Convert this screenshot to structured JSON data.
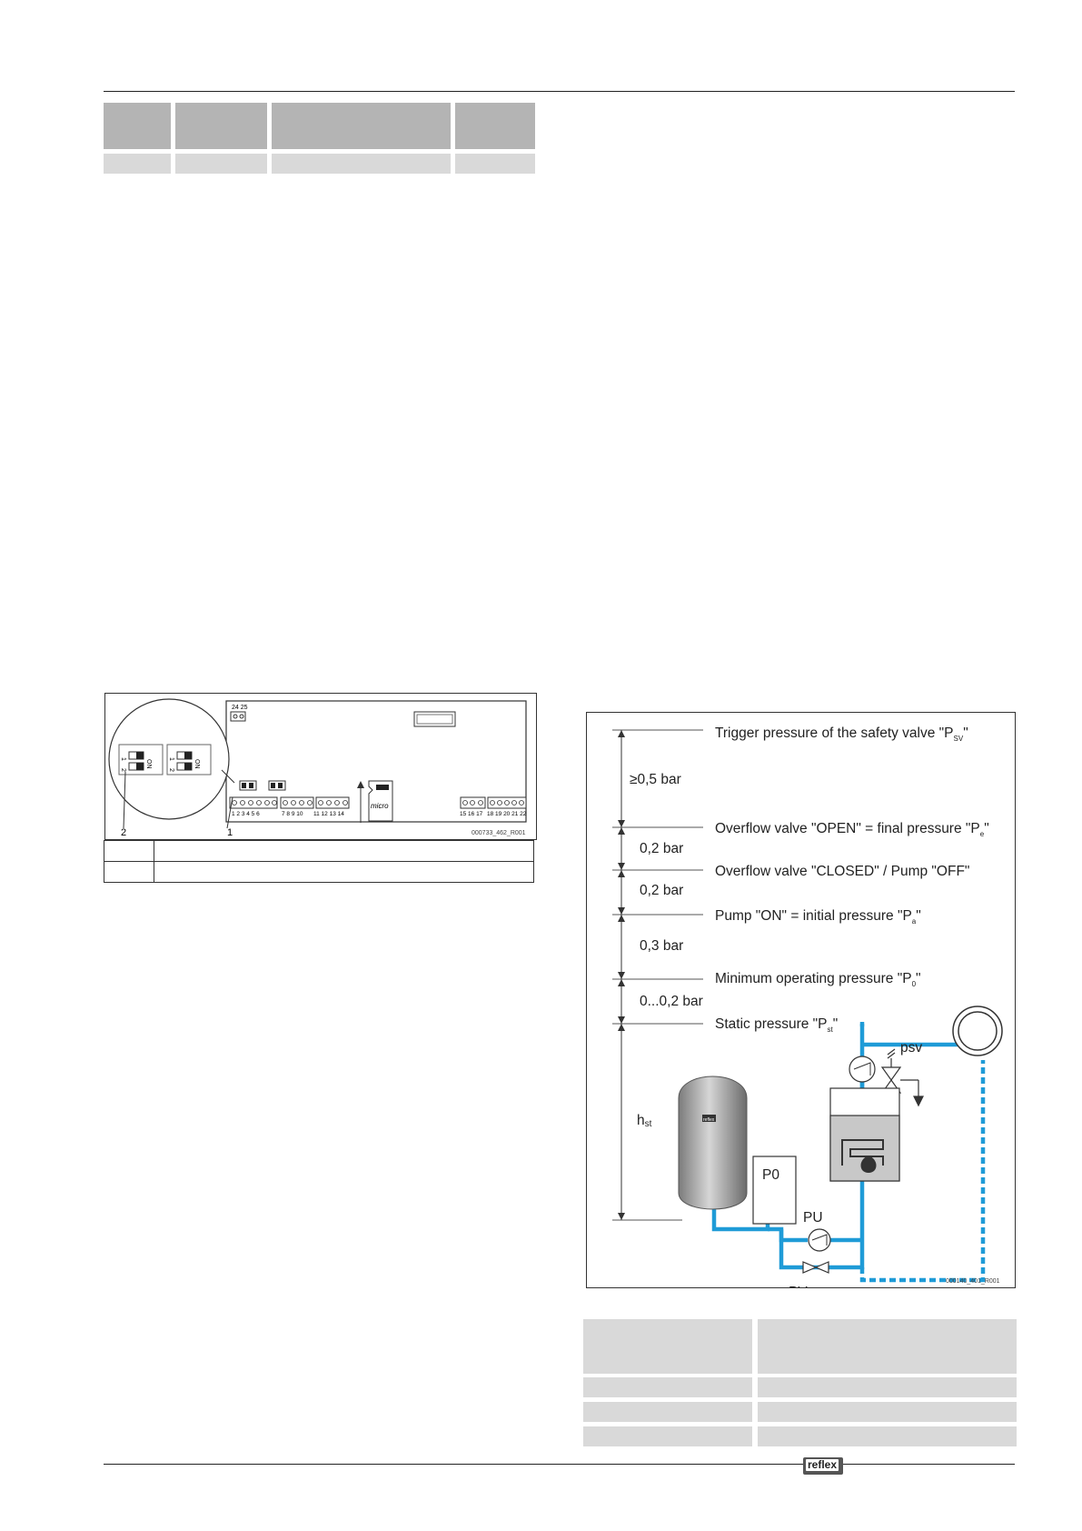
{
  "board_figure": {
    "terminal_top": "24 25",
    "terminal_groups": [
      "1 2 3 4 5 6",
      "7 8 9 10",
      "11 12 13 14",
      "15 16 17",
      "18 19 20 21 22"
    ],
    "dip_label_on": "ON",
    "dip_label_1": "1",
    "dip_label_2": "2",
    "sd_label": "micro",
    "callout_1": "1",
    "callout_2": "2",
    "figure_id": "000733_462_R001"
  },
  "pressure_diagram": {
    "levels": [
      "Trigger pressure of the safety valve \"P",
      "Overflow valve \"OPEN\" = final pressure \"P",
      "Overflow valve \"CLOSED\" / Pump \"OFF\"",
      "Pump \"ON\" = initial pressure \"P",
      "Minimum operating pressure \"P",
      "Static pressure \"P"
    ],
    "subscripts": [
      "SV",
      "e",
      "a",
      "0",
      "st"
    ],
    "quote": "\"",
    "intervals": [
      "≥0,5 bar",
      "0,2 bar",
      "0,2 bar",
      "0,3 bar",
      "0...0,2 bar"
    ],
    "hst_label": "h",
    "hst_sub": "st",
    "labels": {
      "psv": "psv",
      "p0": "P0",
      "pu": "PU",
      "pv": "PV",
      "tank_logo": "reflex"
    },
    "figure_id": "000140_401_R001",
    "pipe_color": "#1f9bd7"
  },
  "footer": {
    "logo_text": "reflex"
  }
}
